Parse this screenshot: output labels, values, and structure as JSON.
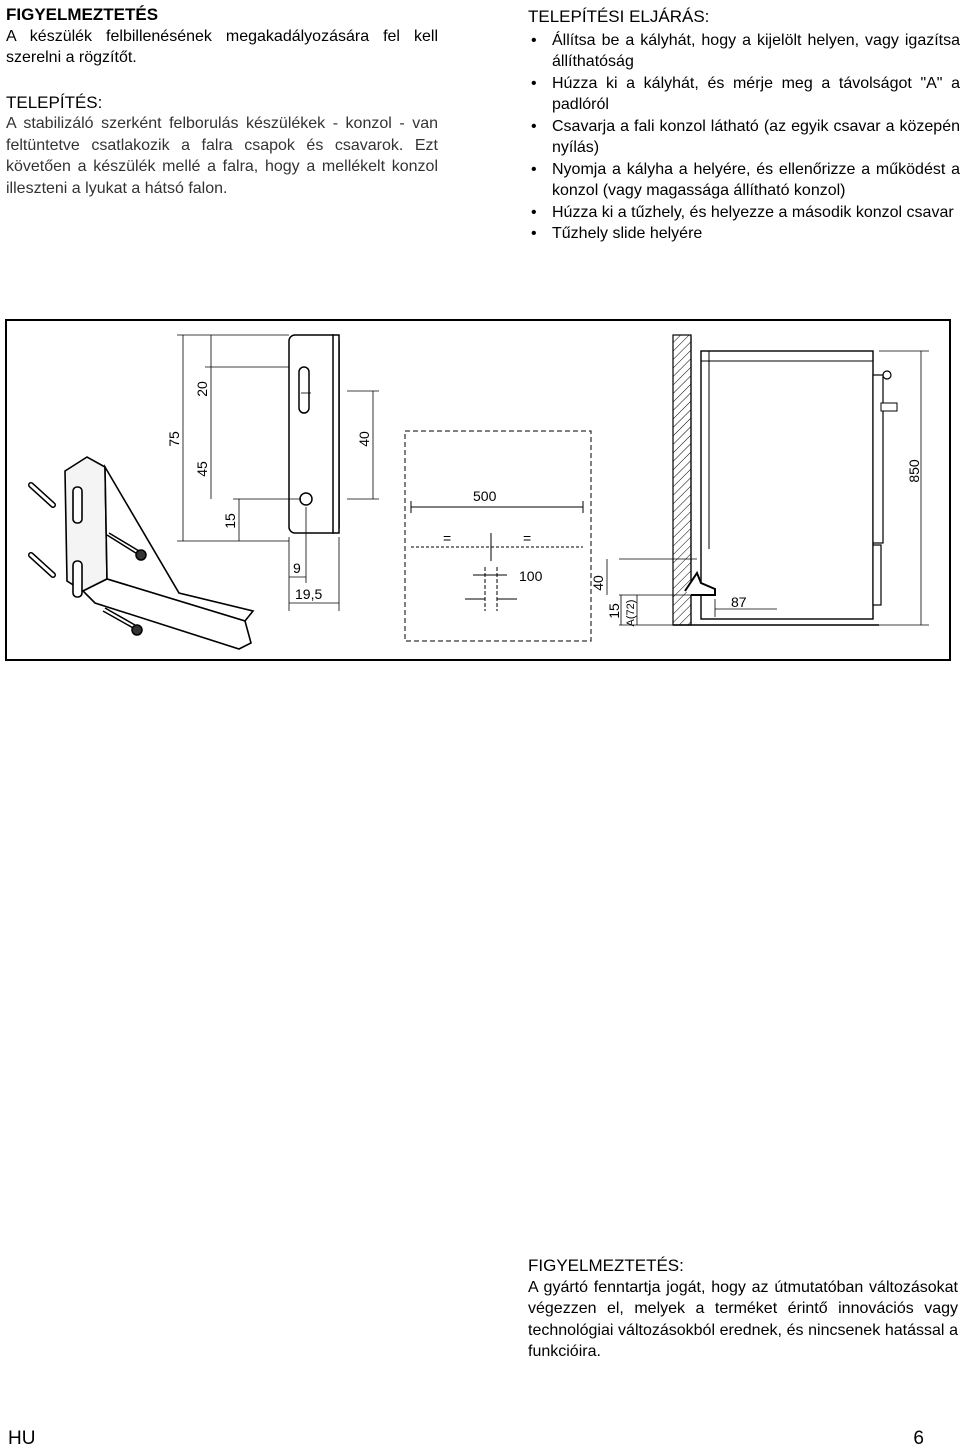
{
  "warning_top": {
    "title": "FIGYELMEZTETÉS",
    "text": "A készülék felbillenésének megakadályozására fel kell szerelni a rögzítőt."
  },
  "install": {
    "title": "TELEPÍTÉS:",
    "text_a": "A stabilizáló szerként felborulás készülékek - konzol - van feltüntetve csatlakozik a falra csapok és csavarok.",
    "text_b": "Ezt követően a készülék mellé a falra, hogy a mellékelt konzol illeszteni a lyukat a hátsó falon."
  },
  "procedure": {
    "title": "TELEPÍTÉSI ELJÁRÁS:",
    "steps": [
      "Állítsa be a kályhát, hogy a kijelölt helyen, vagy igazítsa állíthatóság",
      "Húzza ki a kályhát, és mérje meg a távolságot \"A\" a padlóról",
      "Csavarja a fali konzol látható (az egyik csavar a közepén nyílás)",
      "Nyomja a kályha a helyére, és ellenőrizze a működést a konzol (vagy magassága állítható konzol)",
      "Húzza ki a tűzhely, és helyezze a második konzol csavar",
      "Tűzhely slide helyére"
    ]
  },
  "figure": {
    "dims": {
      "d75": "75",
      "d20": "20",
      "d45": "45",
      "d15a": "15",
      "d40a": "40",
      "d9": "9",
      "d19_5": "19,5",
      "d500": "500",
      "eq1": "=",
      "eq2": "=",
      "d100": "100",
      "d40b": "40",
      "d15b": "15",
      "dA72": "A(72)",
      "d87": "87",
      "d850": "850"
    }
  },
  "notice": {
    "title": "FIGYELMEZTETÉS:",
    "text": "A gyártó fenntartja jogát, hogy az útmutatóban változásokat végezzen el, melyek a terméket érintő innovációs vagy technológiai változásokból erednek, és nincsenek hatással a funkcióira."
  },
  "footer": {
    "lang": "HU",
    "page": "6"
  }
}
